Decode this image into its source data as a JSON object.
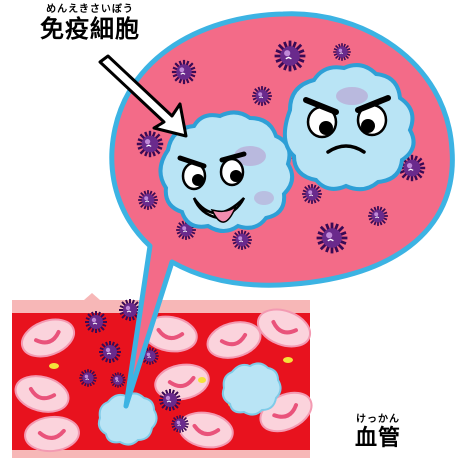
{
  "labels": {
    "immune_cell": {
      "ruby": "めんえきさいぼう",
      "text": "免疫細胞"
    },
    "blood_vessel": {
      "ruby": "けっかん",
      "text": "血管"
    }
  },
  "colors": {
    "bubble_fill": "#f36b88",
    "bubble_outline": "#3cb3e3",
    "vessel_wall": "#f7b7b7",
    "vessel_blood": "#e8121e",
    "red_cell_fill": "#fbd3dc",
    "red_cell_outline": "#e9537b",
    "immune_cell_fill": "#b9e4f5",
    "immune_cell_outline": "#2e9fd6",
    "germ_body": "#6a2a8c",
    "germ_spikes": "#3a0a55",
    "platelet": "#f5e23a"
  },
  "icons": [
    "arrow-icon",
    "germ-icon",
    "immune-cell-face-icon",
    "red-blood-cell-icon"
  ]
}
